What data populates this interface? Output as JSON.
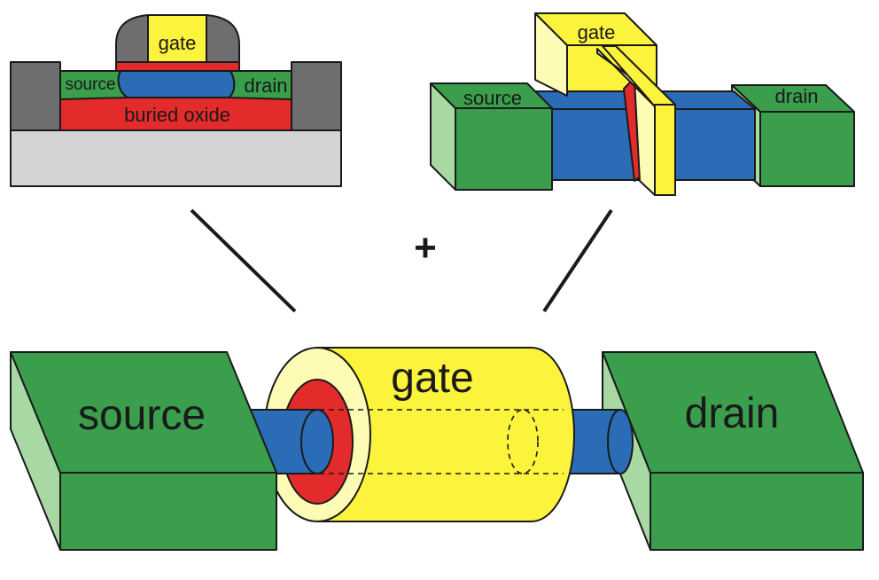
{
  "soi": {
    "gate": "gate",
    "source": "source",
    "drain": "drain",
    "oxide": "buried oxide"
  },
  "finfet": {
    "gate": "gate",
    "source": "source",
    "drain": "drain"
  },
  "combine": "+",
  "gaa": {
    "gate": "gate",
    "source": "source",
    "drain": "drain"
  },
  "colors": {
    "green": "#3a9e4c",
    "green_light": "#a8d9a3",
    "blue": "#2a6cb6",
    "red": "#e32b2b",
    "yellow": "#fbf33c",
    "yellow_light": "#fdfbb4",
    "gray": "#6e6e70",
    "gray_light": "#d4d4d6"
  }
}
